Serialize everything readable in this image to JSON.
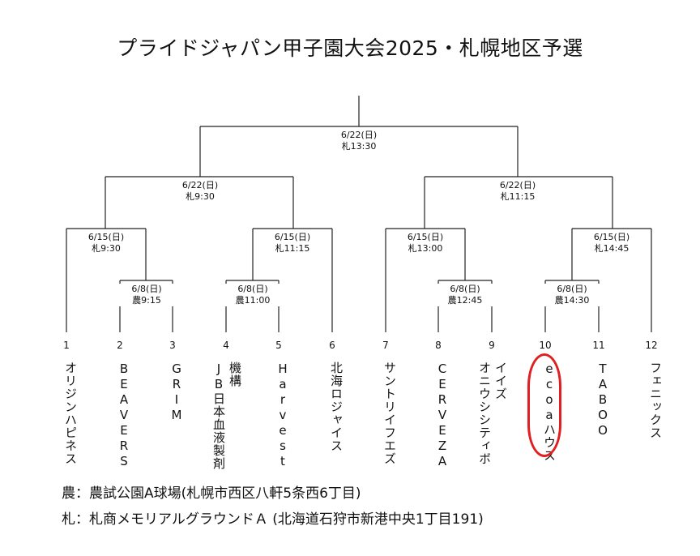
{
  "title": "プライドジャパン甲子園大会2025・札幌地区予選",
  "matches": [
    {
      "id": "final",
      "line1": "6/22(日)",
      "line2": "札13:30"
    },
    {
      "id": "semi_left",
      "line1": "6/22(日)",
      "line2": "札9:30"
    },
    {
      "id": "semi_right",
      "line1": "6/22(日)",
      "line2": "札11:15"
    },
    {
      "id": "qf_1",
      "line1": "6/15(日)",
      "line2": "札9:30"
    },
    {
      "id": "qf_2",
      "line1": "6/15(日)",
      "line2": "札11:15"
    },
    {
      "id": "qf_3",
      "line1": "6/15(日)",
      "line2": "札13:00"
    },
    {
      "id": "qf_4",
      "line1": "6/15(日)",
      "line2": "札14:45"
    },
    {
      "id": "r1_2_3",
      "line1": "6/8(日)",
      "line2": "農9:15"
    },
    {
      "id": "r1_4_5",
      "line1": "6/8(日)",
      "line2": "農11:00"
    },
    {
      "id": "r1_8_9",
      "line1": "6/8(日)",
      "line2": "農12:45"
    },
    {
      "id": "r1_10_11",
      "line1": "6/8(日)",
      "line2": "農14:30"
    }
  ],
  "teams": [
    {
      "seed": "1",
      "name": "オリジンハピネス"
    },
    {
      "seed": "2",
      "name": "BEAVERS"
    },
    {
      "seed": "3",
      "name": "GRIM"
    },
    {
      "seed": "4",
      "name": "機構\nJB日本血液製剤"
    },
    {
      "seed": "5",
      "name": "Harvest"
    },
    {
      "seed": "6",
      "name": "北海ロジャイス"
    },
    {
      "seed": "7",
      "name": "サントリイフエズ"
    },
    {
      "seed": "8",
      "name": "CERVEZA"
    },
    {
      "seed": "9",
      "name": "イイズ\nオニウシシティボ"
    },
    {
      "seed": "10",
      "name": "ecoaハウス",
      "highlighted": true
    },
    {
      "seed": "11",
      "name": "TABOO"
    },
    {
      "seed": "12",
      "name": "フェニックス"
    }
  ],
  "legend": [
    "農：農試公園A球場(札幌市西区八軒5条西6丁目)",
    "札：札商メモリアルグラウンドＡ (北海道石狩市新港中央1丁目191)"
  ],
  "colors": {
    "line": "#222222",
    "highlight": "#e02020"
  }
}
